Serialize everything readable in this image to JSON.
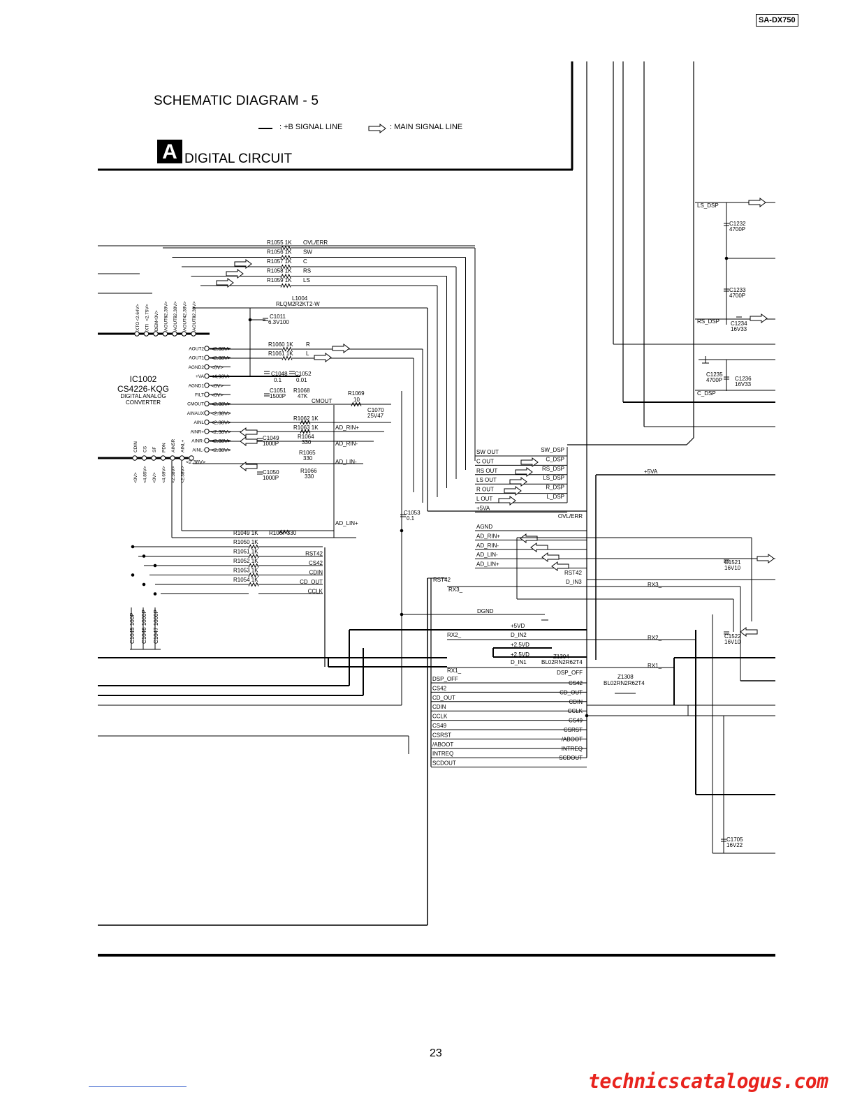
{
  "header": {
    "model": "SA-DX750"
  },
  "diagram": {
    "title": "SCHEMATIC DIAGRAM - 5",
    "legend": {
      "b_signal": ": +B SIGNAL LINE",
      "main_signal": ": MAIN SIGNAL LINE"
    },
    "section_letter": "A",
    "section_name": "DIGITAL CIRCUIT",
    "ic": {
      "ref": "IC1002",
      "part": "CS4226-KQG",
      "desc1": "DIGITAL ANALOG",
      "desc2": "CONVERTER"
    },
    "ic_top_pins": [
      {
        "name": "XTO",
        "v": "<2.64V>"
      },
      {
        "name": "XTI",
        "v": "<2.75V>"
      },
      {
        "name": "DEM",
        "v": "<0V>"
      },
      {
        "name": "AOUT6",
        "v": "<2.39V>"
      },
      {
        "name": "AOUT5",
        "v": "<2.38V>"
      },
      {
        "name": "AOUT4",
        "v": "<2.38V>"
      },
      {
        "name": "AOUT3",
        "v": "<2.39V>"
      }
    ],
    "ic_side_pins": [
      {
        "name": "AOUT2",
        "v": "<2.38V>"
      },
      {
        "name": "AOUT1",
        "v": "<2.38V>"
      },
      {
        "name": "AGND2",
        "v": "<0V>"
      },
      {
        "name": "+VA",
        "v": "<4.93V>"
      },
      {
        "name": "AGND1",
        "v": "<0V>"
      },
      {
        "name": "FILT",
        "v": "<0V>"
      },
      {
        "name": "CMOUT",
        "v": "<2.38V>"
      },
      {
        "name": "AINAUX",
        "v": "<2.38V>"
      },
      {
        "name": "AINL",
        "v": "<2.38V>"
      },
      {
        "name": "AINR+",
        "v": "<2.38V>"
      },
      {
        "name": "AINR-",
        "v": "<2.38V>"
      },
      {
        "name": "AINL-",
        "v": "<2.38V>"
      }
    ],
    "ic_bottom_pins": [
      {
        "name": "CDIN",
        "v": "<0V>"
      },
      {
        "name": "CS",
        "v": "<4.85V>"
      },
      {
        "name": "SF",
        "v": "<0V>"
      },
      {
        "name": "PDN",
        "v": "<4.69V>"
      },
      {
        "name": "AIN5R",
        "v": "<2.38V>"
      },
      {
        "name": "AINL+",
        "v": "<2.38V>"
      }
    ],
    "top_resistors": [
      {
        "ref": "R1055",
        "val": "1K",
        "net": "OVL/ERR"
      },
      {
        "ref": "R1056",
        "val": "1K",
        "net": "SW"
      },
      {
        "ref": "R1057",
        "val": "1K",
        "net": "C"
      },
      {
        "ref": "R1058",
        "val": "1K",
        "net": "RS"
      },
      {
        "ref": "R1059",
        "val": "1K",
        "net": "LS"
      }
    ],
    "inductor": {
      "ref": "L1004",
      "part": "RLQM2R2KT2-W"
    },
    "mid_components": {
      "c1011": "C1011",
      "c1011v": "6.3V100",
      "r1060": "R1060  1K",
      "r1060net": "R",
      "r1061": "R1061  1K",
      "r1061net": "L",
      "c1048": "C1048",
      "c1048v": "0.1",
      "c1052": "C1052",
      "c1052v": "0.01",
      "c1051": "C1051",
      "c1051v": "1500P",
      "r1068": "R1068",
      "r1068v": "47K",
      "r1069": "R1069",
      "r1069v": "10",
      "cmout": "CMOUT",
      "c1070": "C1070",
      "c1070v": "25V47",
      "r1062": "R1062  1K",
      "r1063": "R1063  1K",
      "ad_rinp": "AD_RIN+",
      "c1049": "C1049",
      "c1049v": "1000P",
      "r1064": "R1064",
      "r1064v": "330",
      "ad_rinm": "AD_RIN-",
      "r1065": "R1065",
      "r1065v": "330",
      "ad_linm": "AD_LIN-",
      "c1050": "C1050",
      "c1050v": "1000P",
      "r1066": "R1066",
      "r1066v": "330",
      "ad_linp": "AD_LIN+",
      "r1049": "R1049  1K",
      "r1067": "R1067  330",
      "c1053": "C1053",
      "c1053v": "0.1",
      "v238": "<2.38V>"
    },
    "low_resistors": [
      {
        "ref": "R1050",
        "val": "1K",
        "net": ""
      },
      {
        "ref": "R1051",
        "val": "1K",
        "net": "RST42"
      },
      {
        "ref": "R1052",
        "val": "1K",
        "net": "CS42"
      },
      {
        "ref": "R1053",
        "val": "1K",
        "net": "CDIN"
      },
      {
        "ref": "R1054",
        "val": "1K",
        "net": "CD_OUT"
      },
      {
        "ref": "",
        "val": "",
        "net": "CCLK"
      }
    ],
    "bottom_caps": [
      {
        "label": "C1045  100P"
      },
      {
        "label": "C1046  1000P"
      },
      {
        "label": "C1047  1000P"
      }
    ],
    "conn_left": [
      "SW OUT",
      "C OUT",
      "RS OUT",
      "LS OUT",
      "R OUT",
      "L OUT",
      "+5VA"
    ],
    "conn_right": [
      "SW_DSP",
      "C_DSP",
      "RS_DSP",
      "LS_DSP",
      "R_DSP",
      "L_DSP"
    ],
    "ovl_err": "OVL/ERR",
    "ad_bus": [
      "AGND",
      "AD_RIN+",
      "AD_RIN-",
      "AD_LIN-",
      "AD_LIN+"
    ],
    "rst42_right": "RST42",
    "d_in3": "D_IN3",
    "rst42_left": "RST42",
    "rx3": "RX3_",
    "dgnd": "DGND",
    "plus5vd": "+5VD",
    "rx2": "RX2_",
    "d_in2": "D_IN2",
    "plus25vd_a": "+2.5VD",
    "plus25vd_b": "+2.5VD",
    "z1304": "Z1304",
    "z1304p": "BL02RN2R62T4",
    "d_in1": "D_IN1",
    "rx1": "RX1_",
    "dsp_off_r": "DSP_OFF",
    "lower_left": [
      "DSP_OFF",
      "CS42",
      "CD_OUT",
      "CDIN",
      "CCLK",
      "CS49",
      "CSRST",
      "/ABOOT",
      "INTREQ",
      "SCDOUT"
    ],
    "lower_right": [
      "CS42",
      "CD_OUT",
      "CDIN",
      "CCLK",
      "CS49",
      "CSRST",
      "/ABOOT",
      "INTREQ",
      "SCDOUT"
    ],
    "rx_labels": {
      "rx3": "RX3_",
      "rx2": "RX2_",
      "rx1": "RX1_"
    },
    "z1308": "Z1308",
    "z1308p": "BL02RN2R62T4",
    "plus5va_r": "+5VA",
    "right_caps": {
      "ls_dsp": "LS_DSP",
      "c1232": "C1232",
      "c1232v": "4700P",
      "c1233": "C1233",
      "c1233v": "4700P",
      "rs_dsp": "RS_DSP",
      "c1234": "C1234",
      "c1234v": "16V33",
      "c1235": "C1235",
      "c1235v": "4700P",
      "c1236": "C1236",
      "c1236v": "16V33",
      "c_dsp": "C_DSP",
      "c1521": "C1521",
      "c1521v": "16V10",
      "c1522": "C1522",
      "c1522v": "16V10",
      "c1705": "C1705",
      "c1705v": "16V22"
    }
  },
  "footer": {
    "page": "23",
    "watermark": "technicscatalogus.com"
  }
}
